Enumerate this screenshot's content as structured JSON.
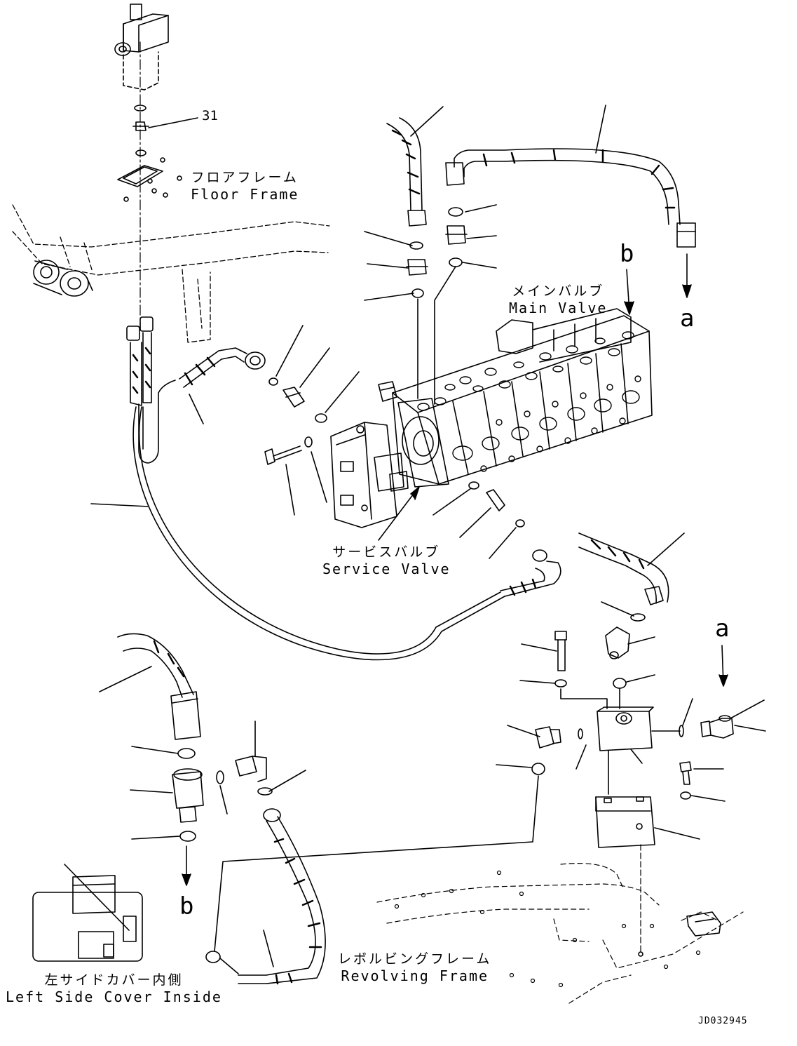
{
  "labels": {
    "floor_frame": {
      "jp": "フロアフレーム",
      "en": "Floor Frame"
    },
    "main_valve": {
      "jp": "メインバルブ",
      "en": "Main Valve"
    },
    "service_valve": {
      "jp": "サービスバルブ",
      "en": "Service Valve"
    },
    "revolving_frame": {
      "jp": "レボルビングフレーム",
      "en": "Revolving Frame"
    },
    "left_side_cover": {
      "jp": "左サイドカバー内側",
      "en": "Left Side Cover Inside"
    }
  },
  "callouts": {
    "part_31": "31",
    "a_top": "a",
    "b_top": "b",
    "a_right": "a",
    "b_bottom": "b"
  },
  "drawing_code": "JD032945"
}
